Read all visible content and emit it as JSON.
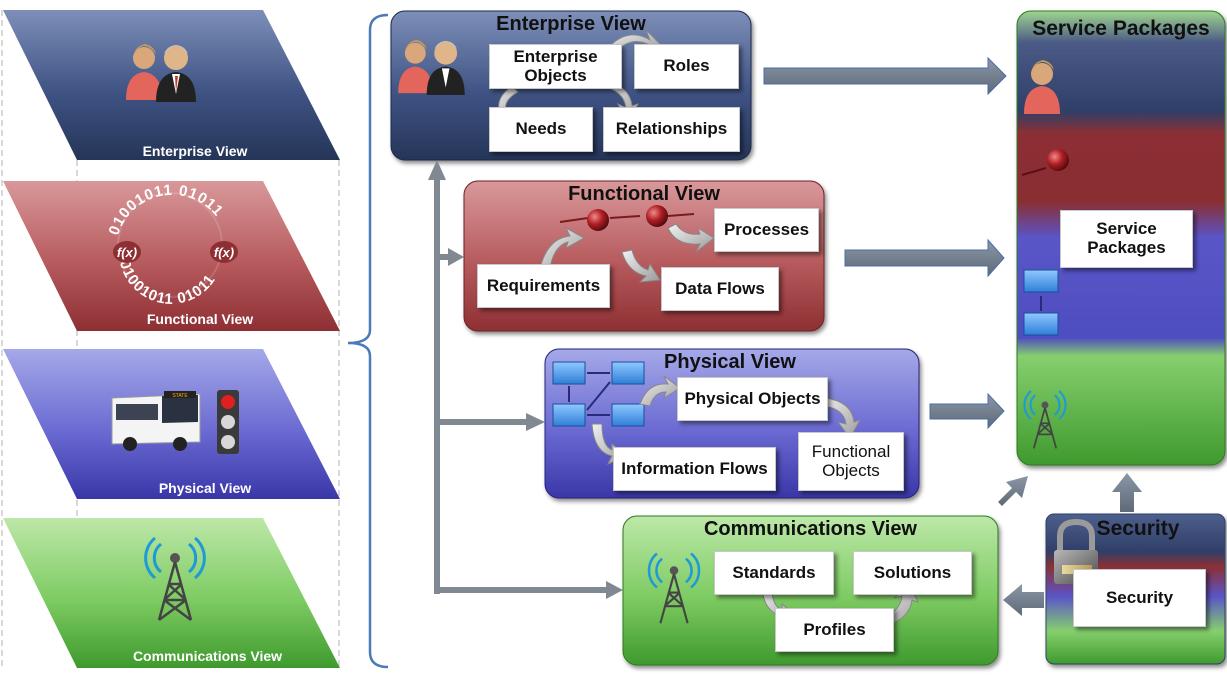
{
  "left_layers": {
    "enterprise": "Enterprise View",
    "functional": "Functional View",
    "physical": "Physical View",
    "communications": "Communications View",
    "binary_top": "01001011 01011",
    "binary_bottom": "01001011 01011",
    "fx_left": "f(x)",
    "fx_right": "f(x)"
  },
  "enterprise_view": {
    "title": "Enterprise View",
    "objects": "Enterprise\nObjects",
    "roles": "Roles",
    "needs": "Needs",
    "relationships": "Relationships"
  },
  "functional_view": {
    "title": "Functional View",
    "processes": "Processes",
    "requirements": "Requirements",
    "data_flows": "Data Flows"
  },
  "physical_view": {
    "title": "Physical View",
    "physical_objects": "Physical Objects",
    "information_flows": "Information Flows",
    "functional_objects": "Functional\nObjects",
    "bus_sign": "STATE"
  },
  "communications_view": {
    "title": "Communications View",
    "standards": "Standards",
    "solutions": "Solutions",
    "profiles": "Profiles"
  },
  "service_packages": {
    "title": "Service Packages",
    "label": "Service\nPackages"
  },
  "security": {
    "title": "Security",
    "label": "Security"
  },
  "colors": {
    "enterprise": "#2e3f66",
    "functional": "#9b3a3e",
    "physical": "#4747b0",
    "communications": "#4fa83c",
    "arrow": "#7f8c99"
  }
}
